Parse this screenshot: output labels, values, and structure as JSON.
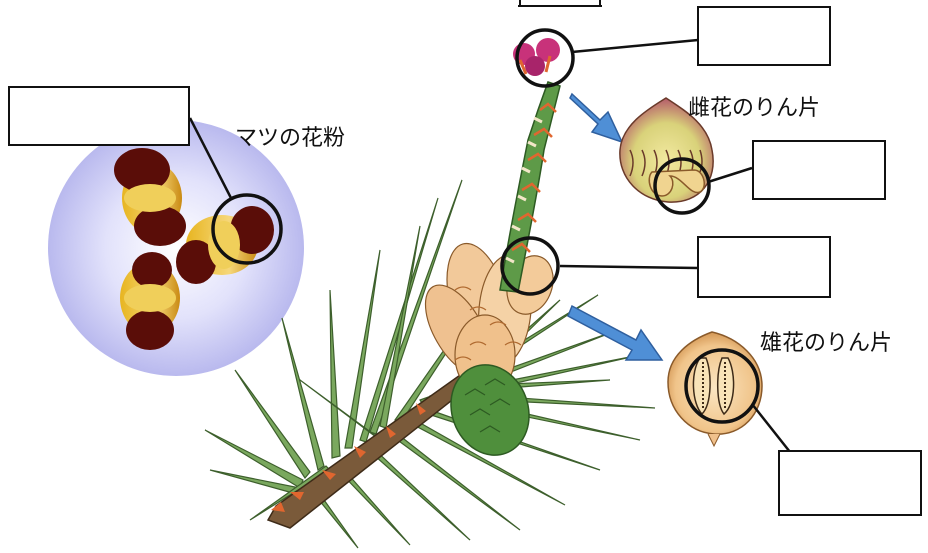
{
  "labels": {
    "pollen": "マツの花粉",
    "female_scale": "雌花のりん片",
    "male_scale": "雄花のりん片"
  },
  "answer_boxes": [
    {
      "id": "box-pollen",
      "value": ""
    },
    {
      "id": "box-female-flower",
      "value": ""
    },
    {
      "id": "box-ovule",
      "value": ""
    },
    {
      "id": "box-male-flower",
      "value": ""
    },
    {
      "id": "box-pollen-sac",
      "value": ""
    }
  ],
  "colors": {
    "needle": "#6f9a55",
    "needle_edge": "#3d5f2c",
    "branch": "#7a5a3a",
    "male_cone": "#f2c99a",
    "female_flower": "#c8327a",
    "young_cone": "#4f8f3c",
    "pollen_circle": "#c9c9f2",
    "arrow": "#4f8fd6"
  },
  "icons": [
    "pollen-grain-icon",
    "arrow-icon"
  ]
}
